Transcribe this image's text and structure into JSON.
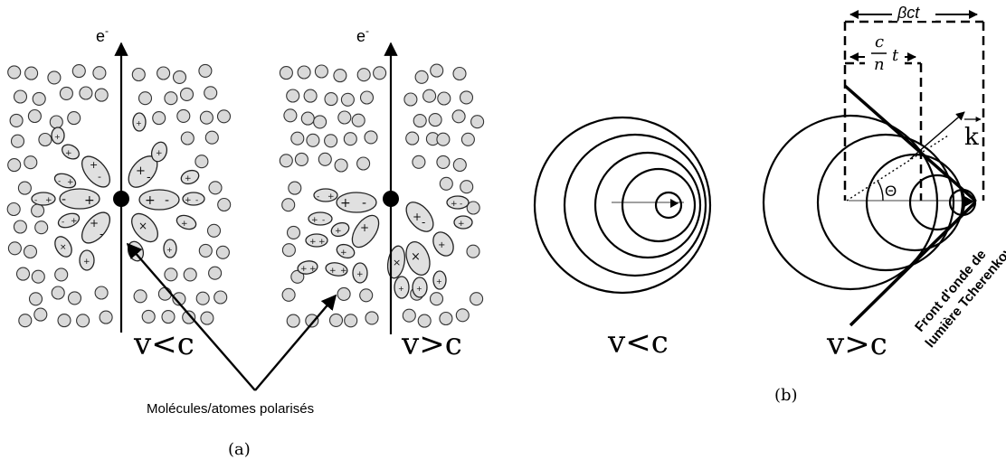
{
  "panel_a": {
    "left_particle": "e",
    "left_particle_sup": "-",
    "left_speed": "v<c",
    "right_particle": "e",
    "right_particle_sup": "-",
    "right_speed": "v>c",
    "caption_polarized": "Molécules/atomes polarisés",
    "panel_label": "(a)"
  },
  "panel_b": {
    "left_speed": "v<c",
    "right_speed": "v>c",
    "beta_label": "βct",
    "cn_numerator": "c",
    "cn_denominator": "n",
    "cn_t": "t",
    "theta_label": "Θ",
    "k_label": "k",
    "wavefront_line1": "Front d'onde de",
    "wavefront_line2": "lumière Tcherenkov",
    "panel_label": "(b)"
  },
  "colors": {
    "ink": "#000000",
    "molecule_fill": "#d9d9d9",
    "polarized_fill": "#e0e0e0"
  }
}
